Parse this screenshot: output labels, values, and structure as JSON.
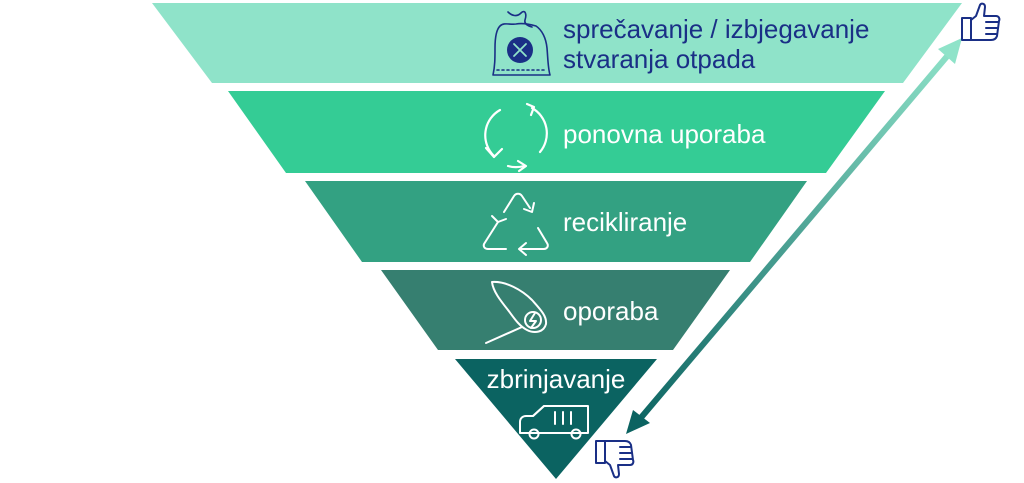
{
  "tiers": [
    {
      "lines": [
        "sprečavanje / izbjegavanje",
        "stvaranja otpada"
      ],
      "color": "#8fe3c9",
      "text_color": "#1a2f86",
      "icon": "bag-prevention-icon"
    },
    {
      "lines": [
        "ponovna uporaba"
      ],
      "color": "#34cc95",
      "text_color": "#ffffff",
      "icon": "circular-arrows-icon"
    },
    {
      "lines": [
        "recikliranje"
      ],
      "color": "#33a182",
      "text_color": "#ffffff",
      "icon": "recycle-icon"
    },
    {
      "lines": [
        "oporaba"
      ],
      "color": "#367f70",
      "text_color": "#ffffff",
      "icon": "energy-recovery-icon"
    },
    {
      "lines": [
        "zbrinjavanje"
      ],
      "color": "#0b6361",
      "text_color": "#ffffff",
      "icon": "garbage-truck-icon"
    }
  ],
  "arrow": {
    "top_color": "#8fe3c9",
    "bottom_color": "#0b6361"
  },
  "icons": {
    "top": "thumbs-up-icon",
    "bottom": "thumbs-down-icon",
    "color": "#1a2f86"
  }
}
